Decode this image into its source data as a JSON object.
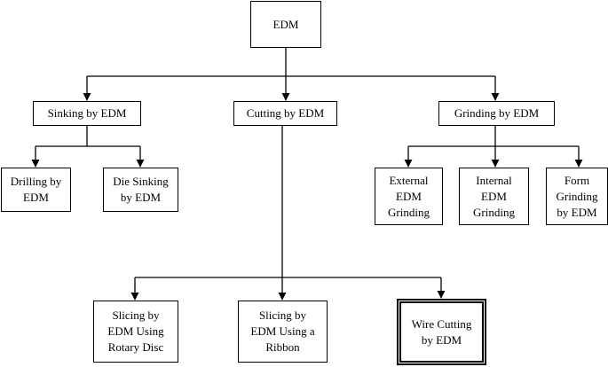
{
  "nodes": {
    "root": "EDM",
    "sinking": "Sinking by EDM",
    "cutting": "Cutting by EDM",
    "grinding": "Grinding by EDM",
    "drilling": "Drilling by\nEDM",
    "die_sinking": "Die Sinking\nby EDM",
    "external": "External\nEDM\nGrinding",
    "internal": "Internal\nEDM\nGrinding",
    "form": "Form\nGrinding\nby EDM",
    "slicing_disc": "Slicing by\nEDM Using\nRotary Disc",
    "slicing_ribbon": "Slicing by\nEDM Using a\nRibbon",
    "wire_cutting": "Wire Cutting\nby EDM"
  },
  "highlighted_node": "wire_cutting"
}
